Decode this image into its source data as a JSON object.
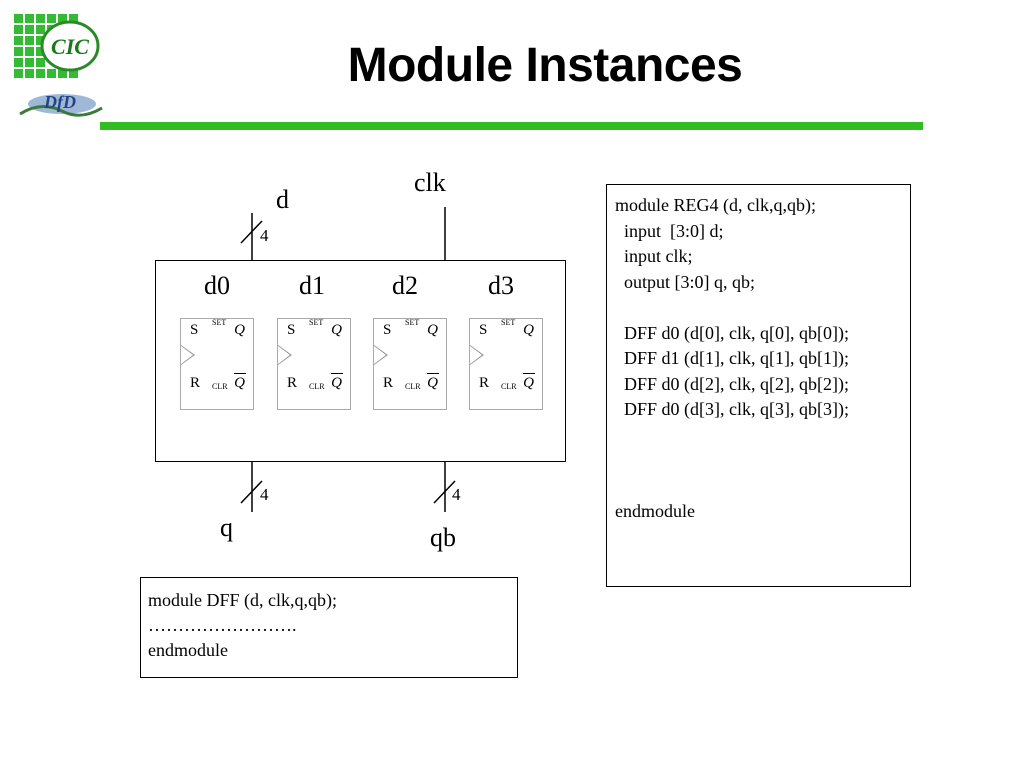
{
  "title": "Module Instances",
  "logo": {
    "name": "CIC",
    "sub": "DfD"
  },
  "diagram": {
    "signals": {
      "d": "d",
      "clk": "clk",
      "q": "q",
      "qb": "qb"
    },
    "bus_width": {
      "d": "4",
      "q": "4",
      "qb": "4"
    },
    "instances": [
      "d0",
      "d1",
      "d2",
      "d3"
    ],
    "ff_labels": {
      "s": "S",
      "set": "SET",
      "q": "Q",
      "r": "R",
      "clr": "CLR",
      "qbar": "Q"
    }
  },
  "code_reg4": {
    "lines": [
      "module REG4 (d, clk,q,qb);",
      "  input  [3:0] d;",
      "  input clk;",
      "  output [3:0] q, qb;",
      "",
      "  DFF d0 (d[0], clk, q[0], qb[0]);",
      "  DFF d1 (d[1], clk, q[1], qb[1]);",
      "  DFF d0 (d[2], clk, q[2], qb[2]);",
      "  DFF d0 (d[3], clk, q[3], qb[3]);",
      "",
      "",
      "",
      "endmodule"
    ]
  },
  "code_dff": {
    "line1": "module DFF (d, clk,q,qb);",
    "line2": "…………………….",
    "line3": "endmodule"
  }
}
